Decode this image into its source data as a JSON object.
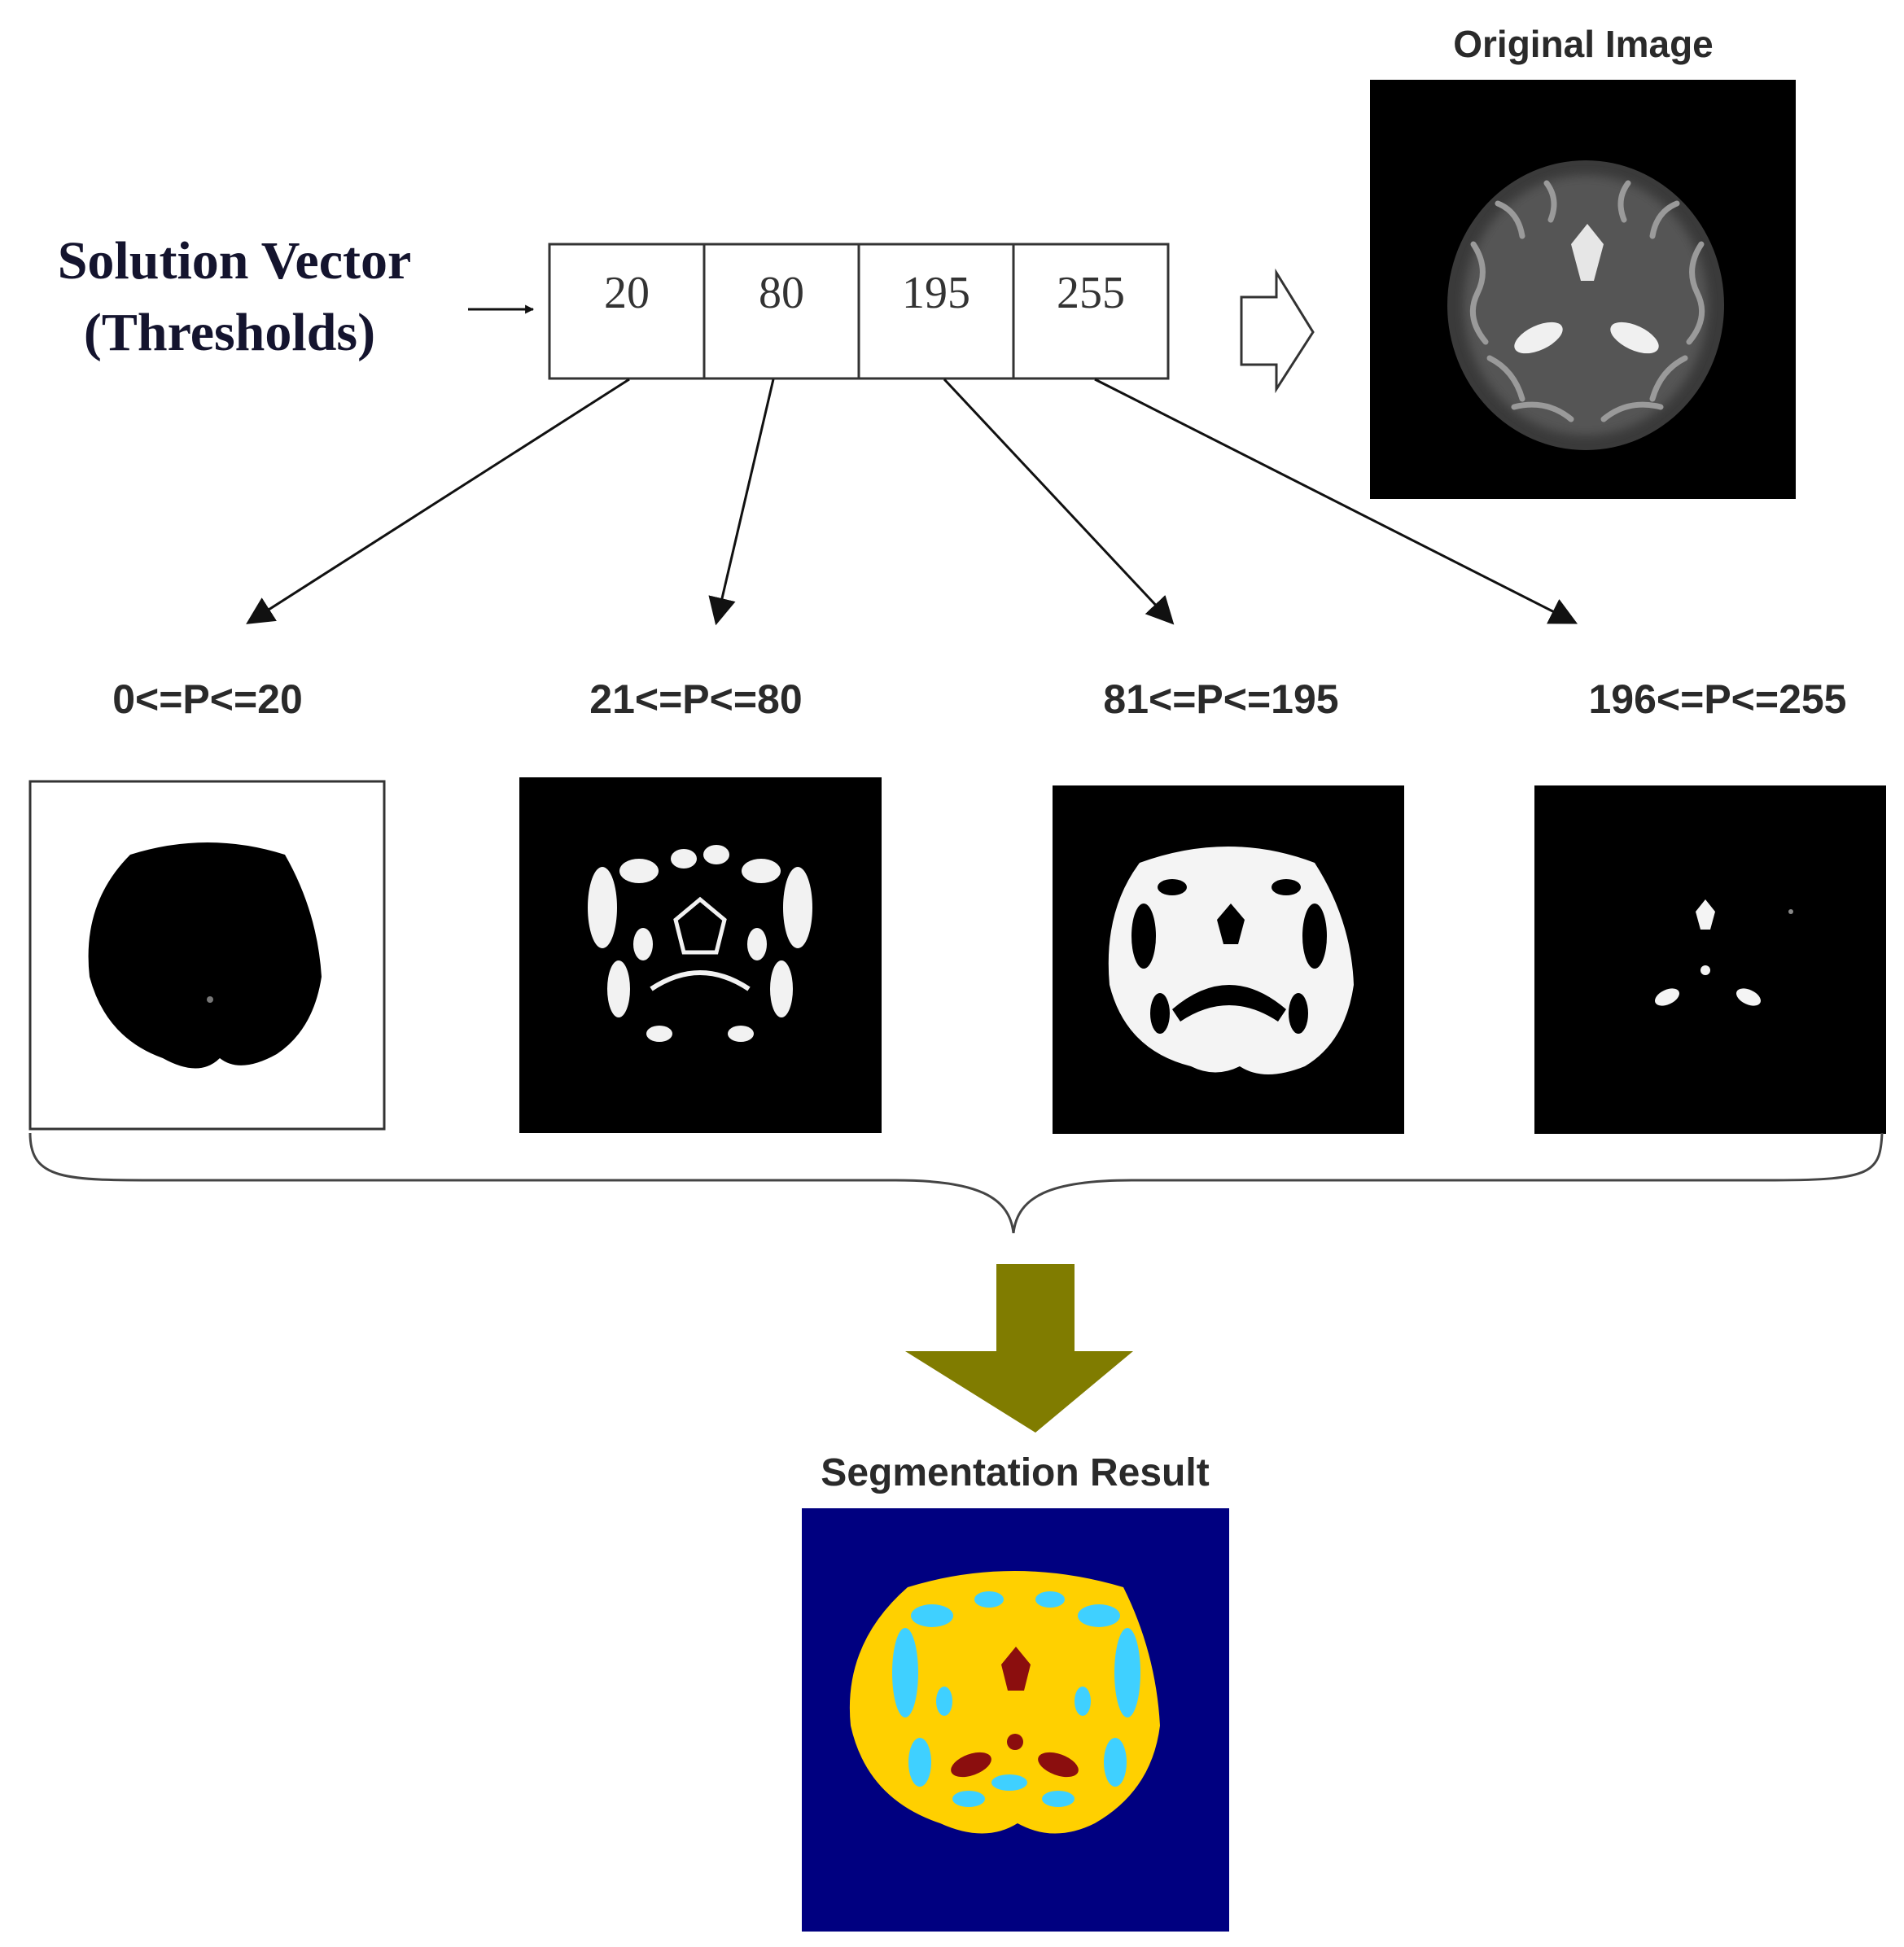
{
  "solution_vector": {
    "title_line1": "Solution Vector",
    "title_line2": "(Thresholds)",
    "thresholds": [
      "20",
      "80",
      "195",
      "255"
    ]
  },
  "original_image": {
    "title": "Original Image"
  },
  "ranges": [
    "0<=P<=20",
    "21<=P<=80",
    "81<=P<=195",
    "196<=P<=255"
  ],
  "segmentation": {
    "title": "Segmentation Result"
  },
  "colors": {
    "big_arrow": "#807c00",
    "seg_background": "#000080",
    "seg_tissue": "#ffd000",
    "seg_csf": "#3fd0ff",
    "seg_ventricle": "#8b0e0e"
  }
}
